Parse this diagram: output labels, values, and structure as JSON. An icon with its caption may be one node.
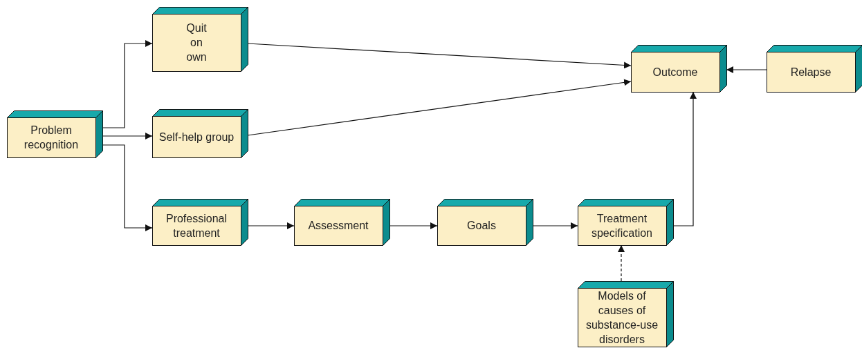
{
  "diagram": {
    "nodes": [
      {
        "text": [
          "Problem recognition"
        ]
      },
      {
        "text": [
          "Quit on own"
        ]
      },
      {
        "text": [
          "Self-help group"
        ]
      },
      {
        "text": [
          "Professional treatment"
        ]
      },
      {
        "text": [
          "Assessment"
        ]
      },
      {
        "text": [
          "Goals"
        ]
      },
      {
        "text": [
          "Treatment specification"
        ]
      },
      {
        "text": [
          "Models of causes of substance-use disorders"
        ]
      },
      {
        "text": [
          "Outcome"
        ]
      },
      {
        "text": [
          "Relapse"
        ]
      }
    ],
    "edges": [
      {
        "from": 0,
        "to": 1,
        "arrow": "to"
      },
      {
        "from": 0,
        "to": 2,
        "arrow": "to"
      },
      {
        "from": 0,
        "to": 3,
        "arrow": "to"
      },
      {
        "from": 1,
        "to": 8,
        "arrow": "to"
      },
      {
        "from": 2,
        "to": 8,
        "arrow": "to"
      },
      {
        "from": 3,
        "to": 4,
        "arrow": "to"
      },
      {
        "from": 4,
        "to": 5,
        "arrow": "to"
      },
      {
        "from": 5,
        "to": 6,
        "arrow": "to"
      },
      {
        "from": 6,
        "to": 8,
        "arrow": "to"
      },
      {
        "from": 9,
        "to": 8,
        "arrow": "to"
      },
      {
        "from": 7,
        "to": 6,
        "arrow": "to",
        "style": "dashed"
      }
    ]
  }
}
